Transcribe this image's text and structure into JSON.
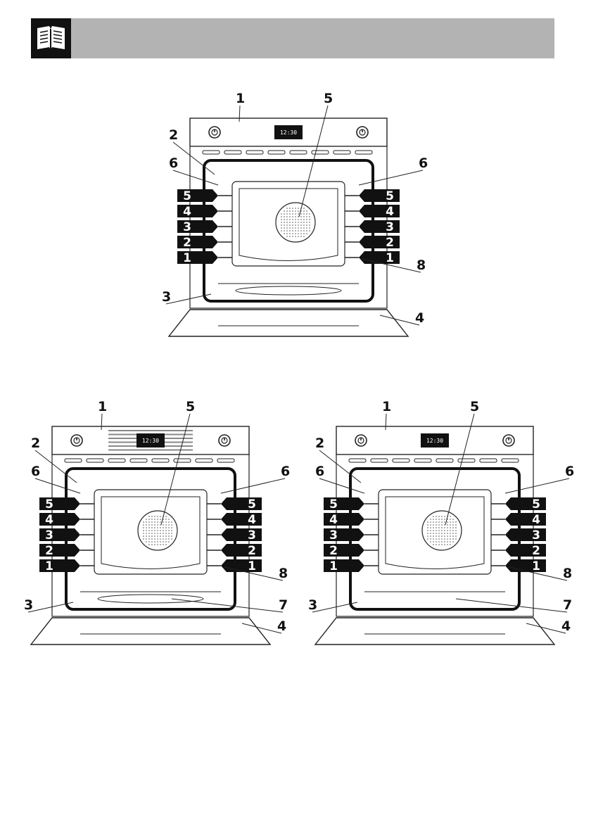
{
  "header": {
    "icon": "open-book-icon",
    "background": "#b3b3b3",
    "icon_background": "#111111"
  },
  "diagrams": [
    {
      "name": "oven-diagram-top",
      "display_time": "12:30",
      "callouts": [
        "1",
        "2",
        "3",
        "4",
        "5",
        "6",
        "6",
        "8"
      ],
      "shelf_levels": [
        "5",
        "4",
        "3",
        "2",
        "1"
      ]
    },
    {
      "name": "oven-diagram-bottom-left",
      "display_time": "12:30",
      "callouts": [
        "1",
        "2",
        "3",
        "4",
        "5",
        "6",
        "6",
        "7",
        "8"
      ],
      "shelf_levels": [
        "5",
        "4",
        "3",
        "2",
        "1"
      ]
    },
    {
      "name": "oven-diagram-bottom-right",
      "display_time": "12:30",
      "callouts": [
        "1",
        "2",
        "3",
        "4",
        "5",
        "6",
        "6",
        "7",
        "8"
      ],
      "shelf_levels": [
        "5",
        "4",
        "3",
        "2",
        "1"
      ]
    }
  ]
}
